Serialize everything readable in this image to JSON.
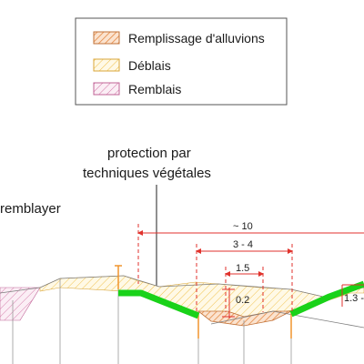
{
  "legend": {
    "items": [
      {
        "label": "Remplissage d'alluvions",
        "pattern": "hatch-dense-orange"
      },
      {
        "label": "Déblais",
        "pattern": "hatch-light-yellow"
      },
      {
        "label": "Remblais",
        "pattern": "hatch-pink"
      }
    ]
  },
  "callouts": {
    "protection_line1": "protection par",
    "protection_line2": "techniques végétales",
    "left_label": "remblayer"
  },
  "dimensions": {
    "width_total": "~ 10",
    "width_mid": "3 - 4",
    "width_inner": "1.5",
    "depth": "0.2",
    "slope": "1.3 -"
  },
  "colors": {
    "dimension_red": "#e0322c",
    "green_protection": "#19d219",
    "alluvion_fill": "#f3a56a",
    "deblais_fill": "#f6d98c",
    "remblais_fill": "#e7a6c7",
    "outline": "#7d7d7d"
  }
}
